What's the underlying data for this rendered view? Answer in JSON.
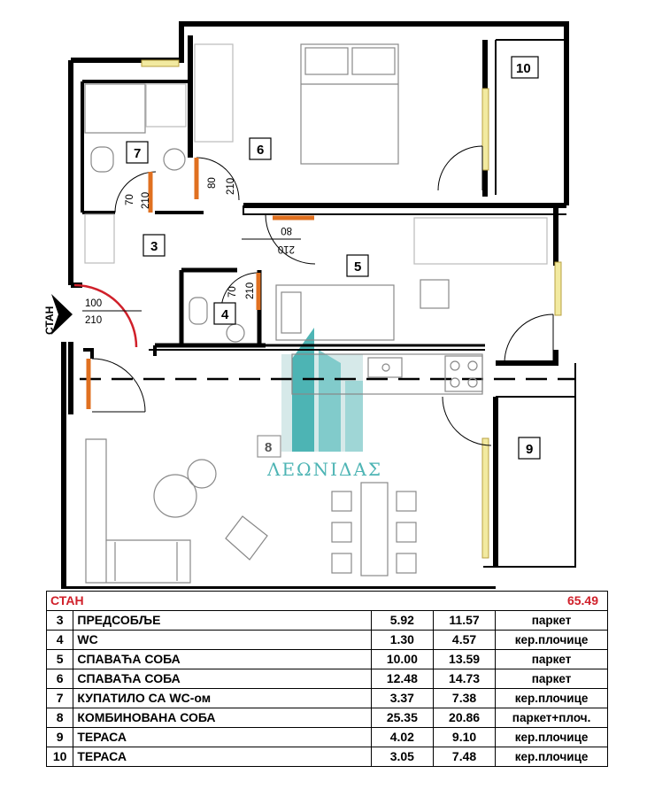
{
  "plan": {
    "rooms": [
      {
        "num": "10"
      },
      {
        "num": "6"
      },
      {
        "num": "7"
      },
      {
        "num": "3"
      },
      {
        "num": "5"
      },
      {
        "num": "4"
      },
      {
        "num": "9"
      },
      {
        "num": "8"
      }
    ],
    "doors": {
      "bath_w": "70",
      "bath_h": "210",
      "bed6_w": "80",
      "bed6_h": "210",
      "bed5_w": "80",
      "bed5_h": "210",
      "wc_w": "70",
      "wc_h": "210",
      "entry_w": "100",
      "entry_h": "210"
    },
    "entrance_label": "СТАН",
    "logo_text": "ΛΕΩΝΙΔΑΣ",
    "colors": {
      "logo": "#2fa8a8",
      "door_leaf": "#e07020",
      "window": "#e8d860",
      "wall": "#000000"
    }
  },
  "table": {
    "title": "СТАН",
    "total": "65.49",
    "rows": [
      {
        "num": "3",
        "name": "ПРЕДСОБЉЕ",
        "v1": "5.92",
        "v2": "11.57",
        "floor": "паркет"
      },
      {
        "num": "4",
        "name": "WC",
        "v1": "1.30",
        "v2": "4.57",
        "floor": "кер.плочице"
      },
      {
        "num": "5",
        "name": "СПАВАЋА СОБА",
        "v1": "10.00",
        "v2": "13.59",
        "floor": "паркет"
      },
      {
        "num": "6",
        "name": "СПАВАЋА СОБА",
        "v1": "12.48",
        "v2": "14.73",
        "floor": "паркет"
      },
      {
        "num": "7",
        "name": "КУПАТИЛО СА WC-ом",
        "v1": "3.37",
        "v2": "7.38",
        "floor": "кер.плочице"
      },
      {
        "num": "8",
        "name": "КОМБИНОВАНА СОБА",
        "v1": "25.35",
        "v2": "20.86",
        "floor": "паркет+плоч."
      },
      {
        "num": "9",
        "name": "ТЕРАСА",
        "v1": "4.02",
        "v2": "9.10",
        "floor": "кер.плочице"
      },
      {
        "num": "10",
        "name": "ТЕРАСА",
        "v1": "3.05",
        "v2": "7.48",
        "floor": "кер.плочице"
      }
    ]
  }
}
